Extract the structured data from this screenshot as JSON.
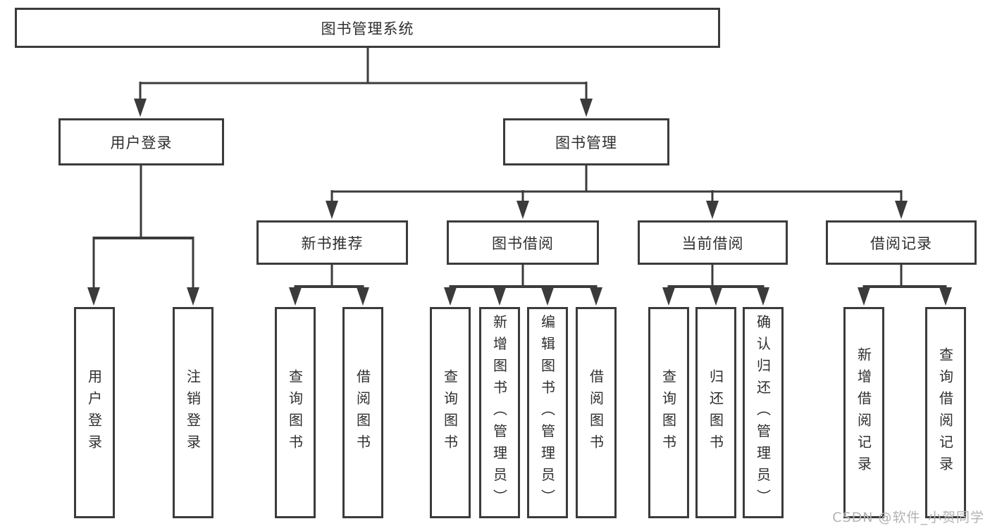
{
  "diagram": {
    "root": {
      "label": "图书管理系统"
    },
    "branches": [
      {
        "label": "用户登录",
        "children": [
          {
            "label": "用户登录"
          },
          {
            "label": "注销登录"
          }
        ]
      },
      {
        "label": "图书管理",
        "children": [
          {
            "label": "新书推荐",
            "children": [
              {
                "label": "查询图书"
              },
              {
                "label": "借阅图书"
              }
            ]
          },
          {
            "label": "图书借阅",
            "children": [
              {
                "label": "查询图书"
              },
              {
                "label": "新增图书（管理员）"
              },
              {
                "label": "编辑图书（管理员）"
              },
              {
                "label": "借阅图书"
              }
            ]
          },
          {
            "label": "当前借阅",
            "children": [
              {
                "label": "查询图书"
              },
              {
                "label": "归还图书"
              },
              {
                "label": "确认归还（管理员）"
              }
            ]
          },
          {
            "label": "借阅记录",
            "children": [
              {
                "label": "新增借阅记录"
              },
              {
                "label": "查询借阅记录"
              }
            ]
          }
        ]
      }
    ]
  },
  "watermark": {
    "text": "CSDN @软件_小贺同学"
  },
  "colors": {
    "line": "#3b3b3b",
    "text": "#2f2f2f",
    "bg": "#ffffff",
    "watermark": "#b3b3b3"
  }
}
